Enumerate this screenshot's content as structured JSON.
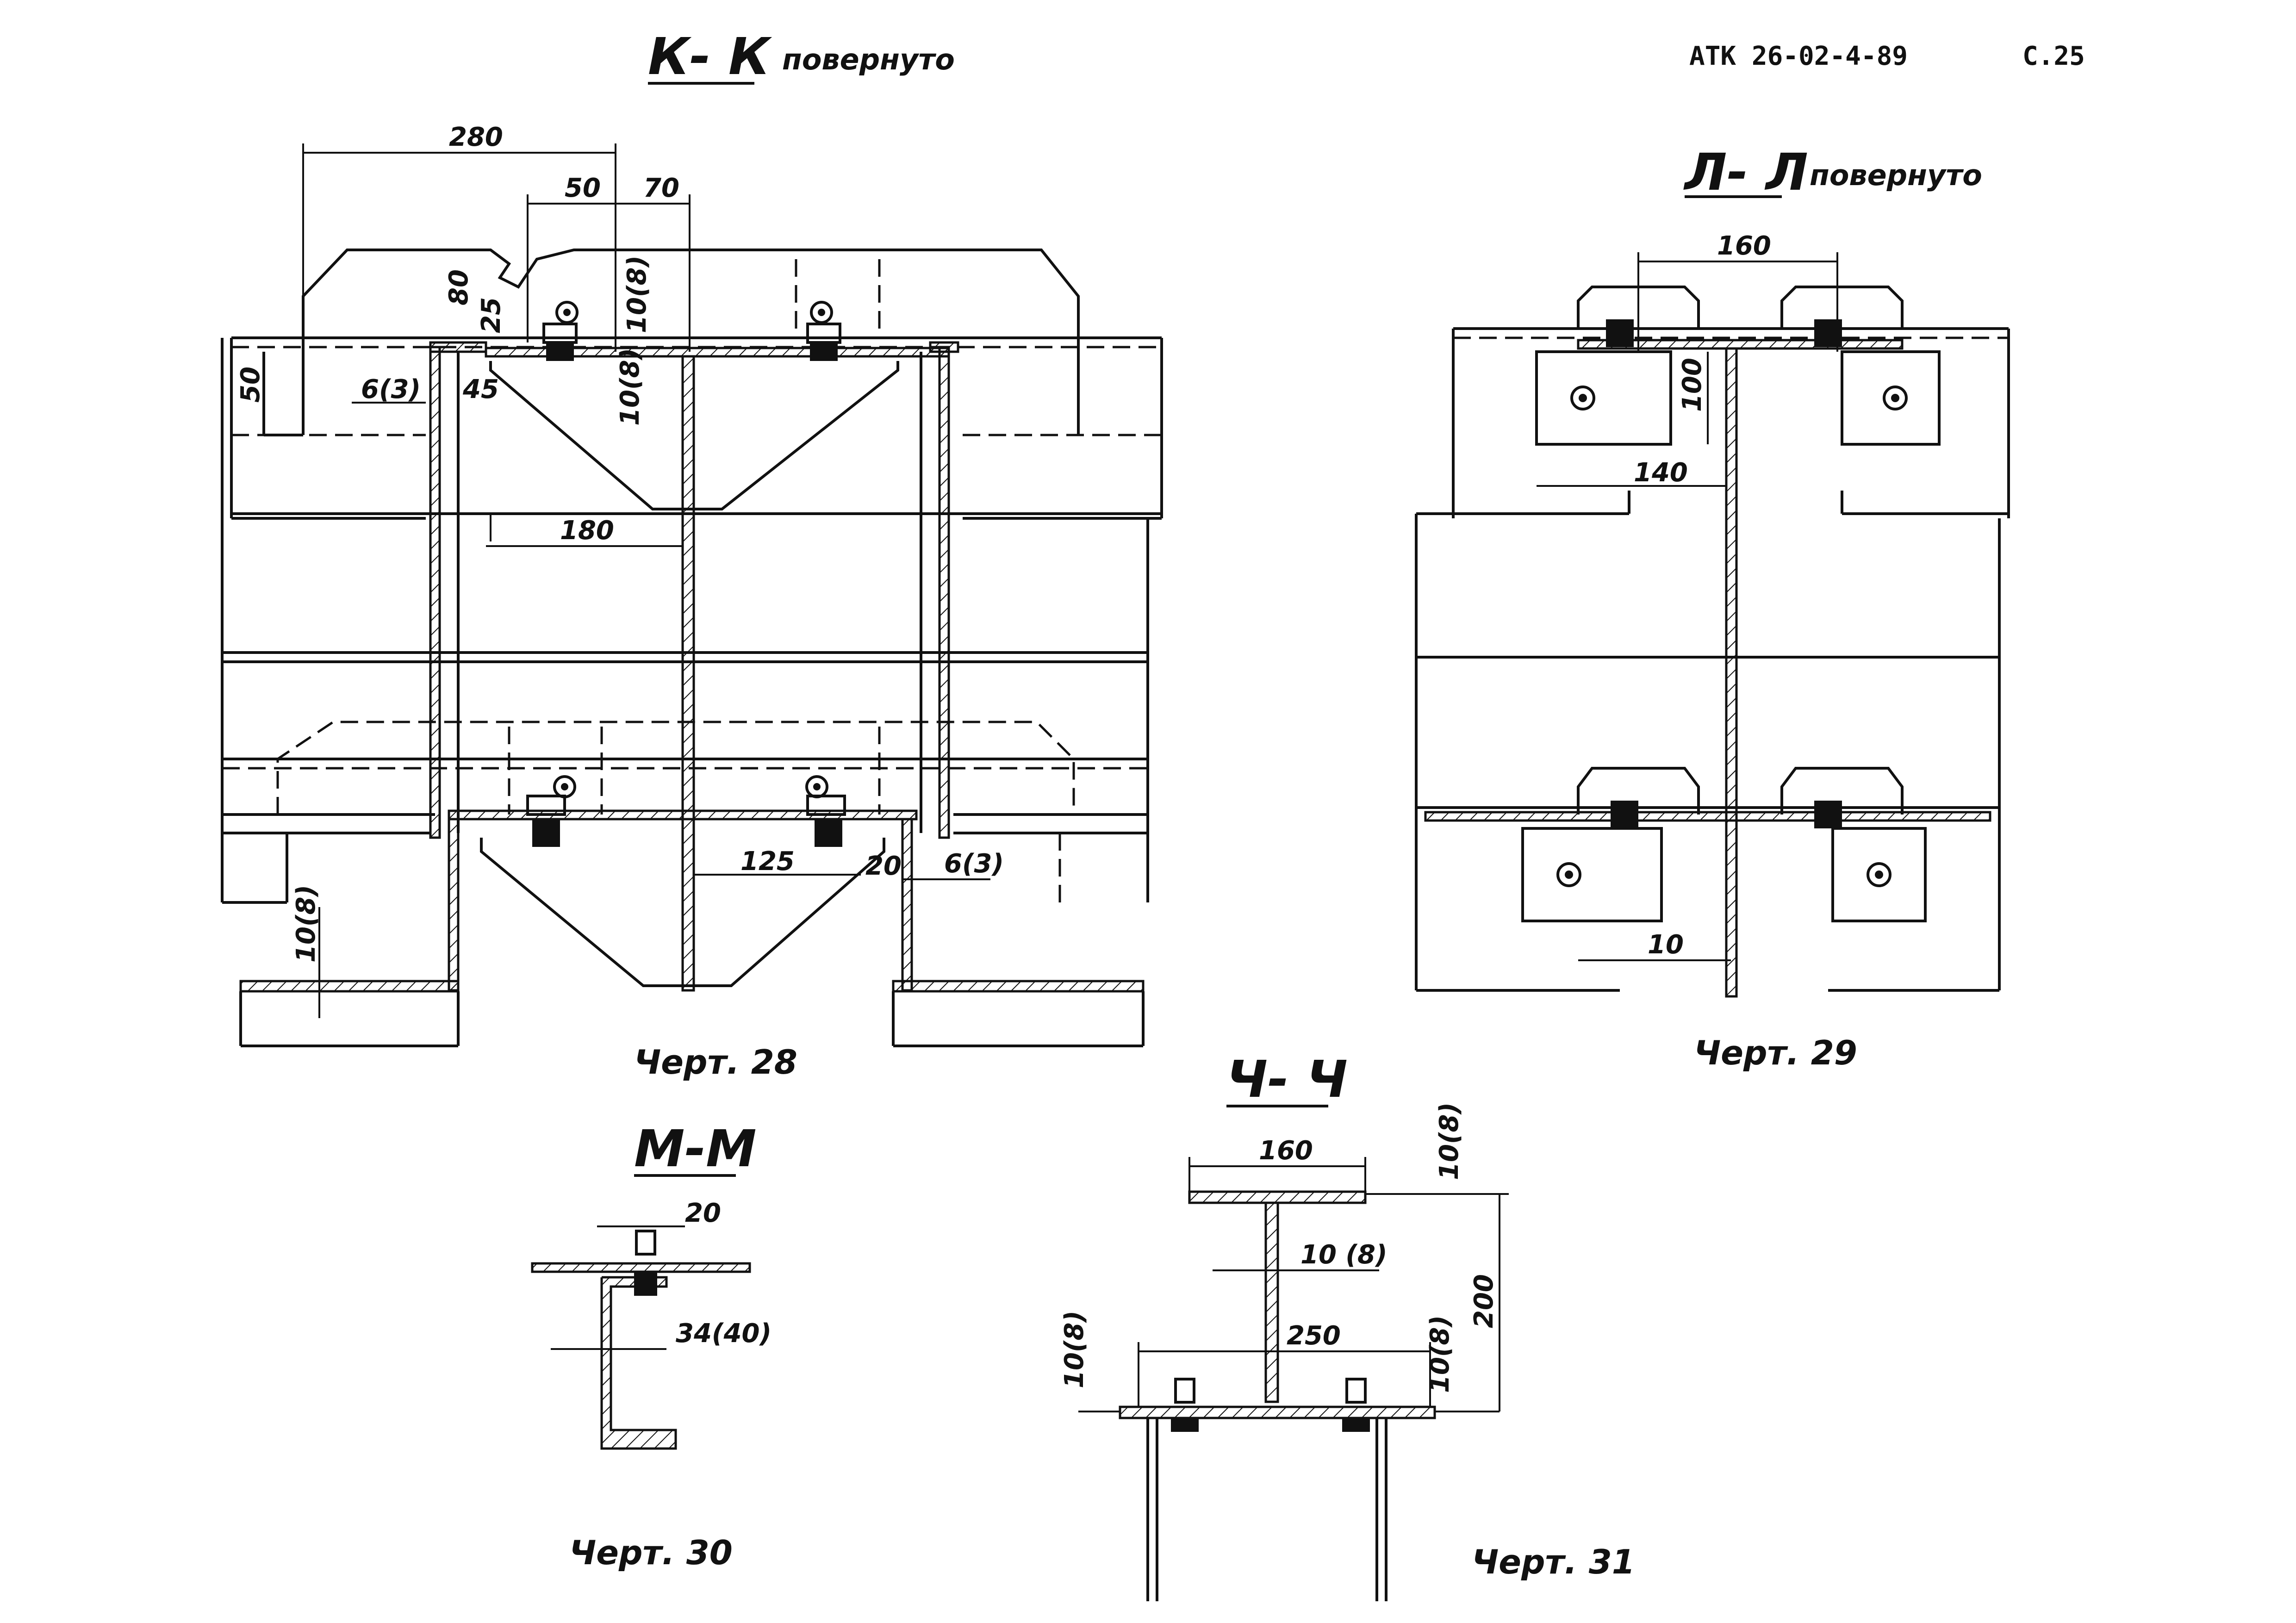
{
  "header": {
    "doc_code": "АТК 26-02-4-89",
    "page": "С.25"
  },
  "views": {
    "kk": {
      "title": "К- К",
      "note": "повернуто",
      "caption": "Черт. 28",
      "dims": {
        "d280": "280",
        "d50": "50",
        "d70": "70",
        "d80": "80",
        "d25": "25",
        "d10_8_top": "10(8)",
        "d50_left": "50",
        "d6_3_left": "6(3)",
        "d45": "45",
        "d10_8_mid": "10(8)",
        "d180": "180",
        "d125": "125",
        "d20": "20",
        "d6_3_right": "6(3)",
        "d10_8_bottom": "10(8)"
      }
    },
    "ll": {
      "title": "Л- Л",
      "note": "повернуто",
      "caption": "Черт. 29",
      "dims": {
        "d160": "160",
        "d100": "100",
        "d140": "140",
        "d10": "10"
      }
    },
    "mm": {
      "title": "М-М",
      "caption": "Черт. 30",
      "dims": {
        "d20": "20",
        "d34_40": "34(40)"
      }
    },
    "chch": {
      "title": "Ч- Ч",
      "caption": "Черт. 31",
      "dims": {
        "d160": "160",
        "d10_8_top": "10(8)",
        "d10_8_web": "10 (8)",
        "d200": "200",
        "d250": "250",
        "d10_8_left": "10(8)",
        "d10_8_right": "10(8)"
      }
    }
  }
}
